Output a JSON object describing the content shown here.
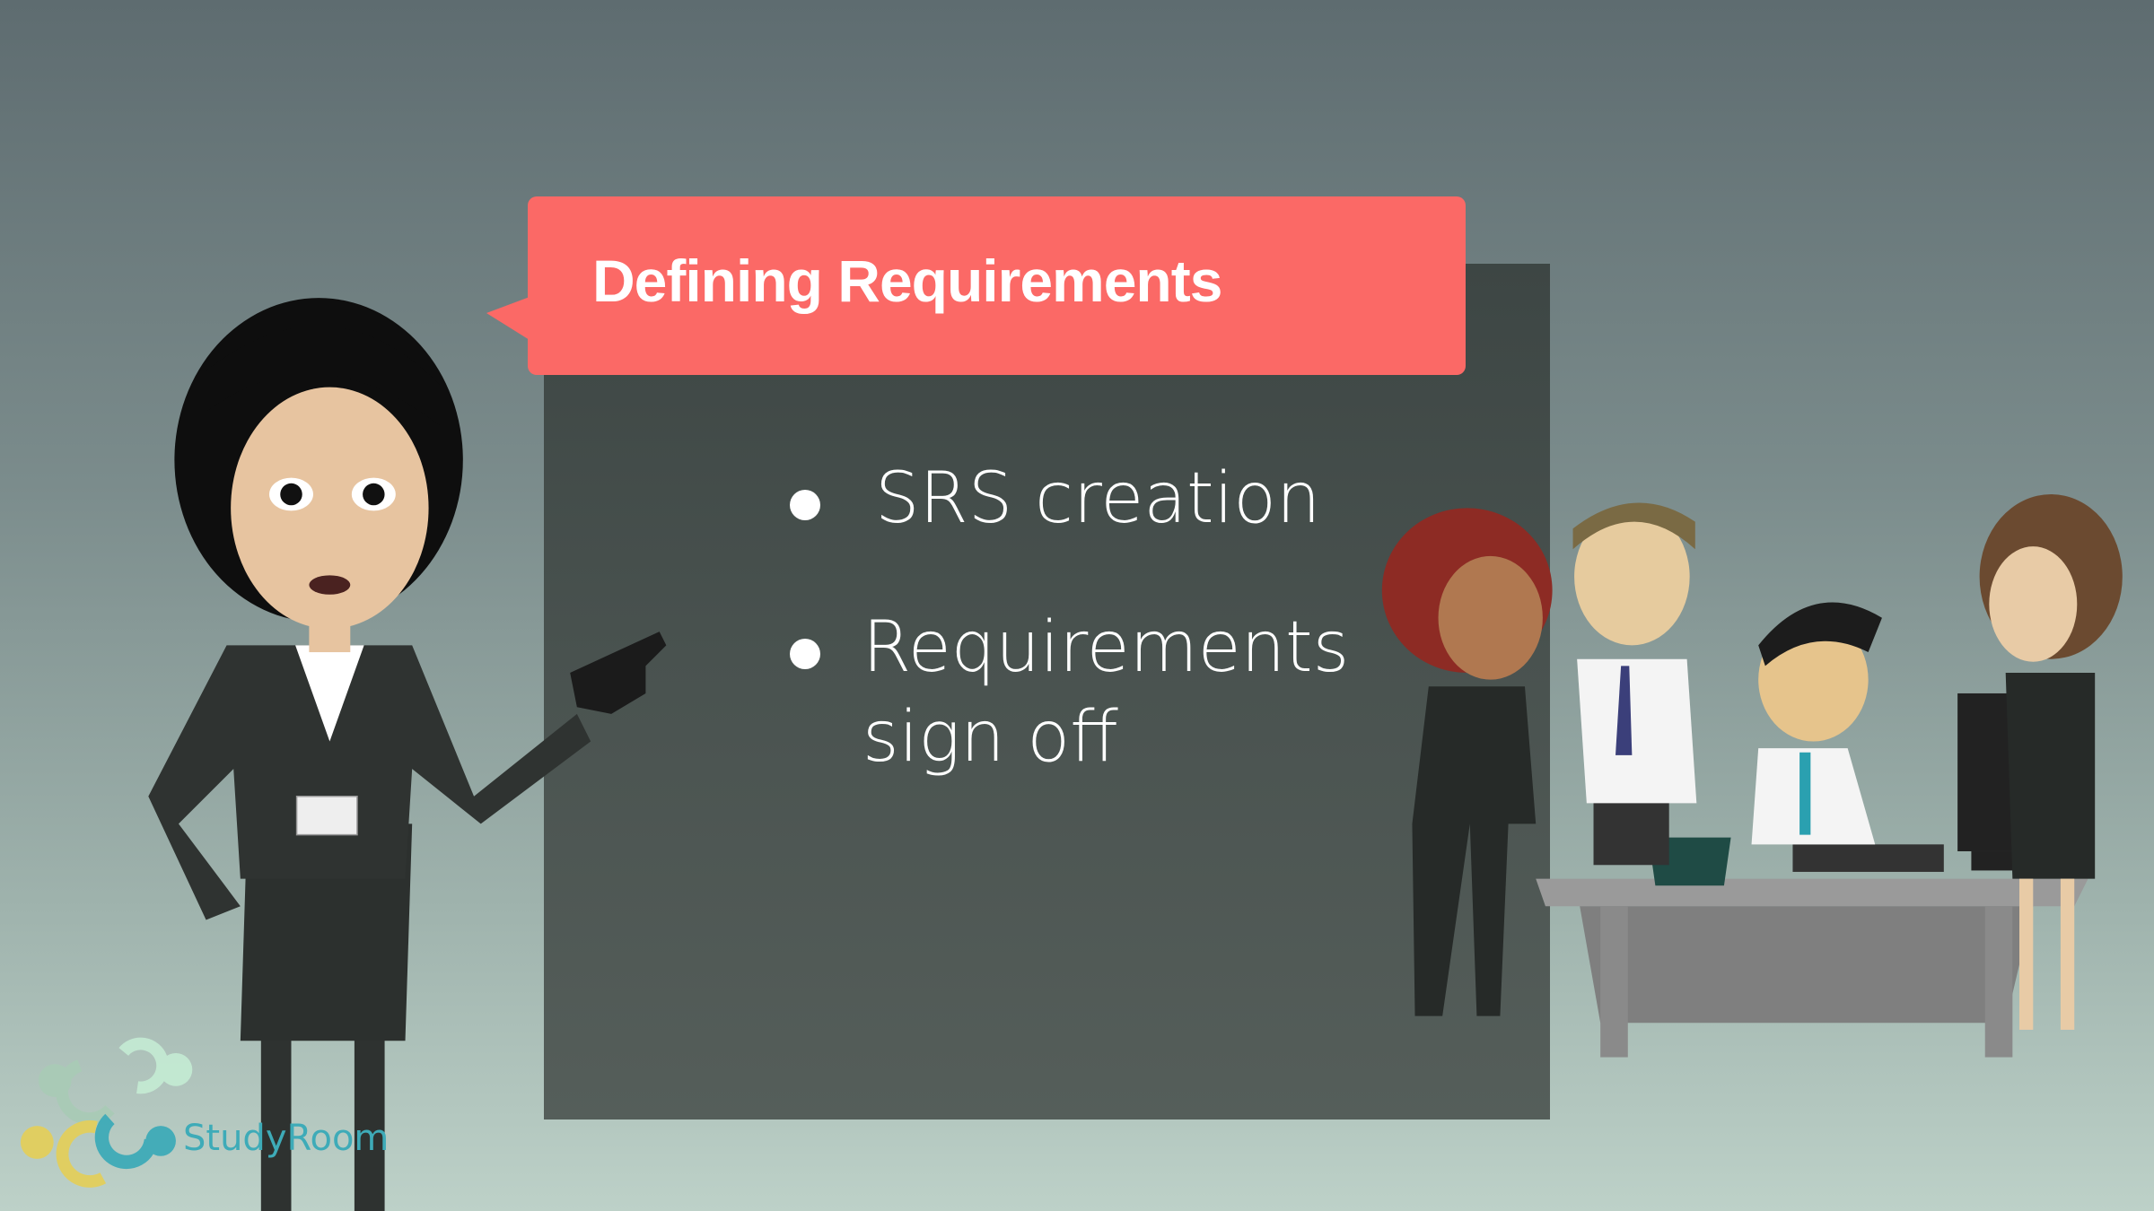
{
  "slide": {
    "title": "Defining Requirements",
    "bullets": [
      {
        "lines": [
          "SRS creation"
        ]
      },
      {
        "lines": [
          "Requirements",
          "sign off"
        ]
      }
    ]
  },
  "logo": {
    "text": "StudyRoom"
  },
  "colors": {
    "title_bg": "#fb6966",
    "panel": "#454e4b",
    "logo_teal": "#3eabb8",
    "logo_yellow": "#e3cf5c",
    "logo_green": "#a9d4b8"
  }
}
